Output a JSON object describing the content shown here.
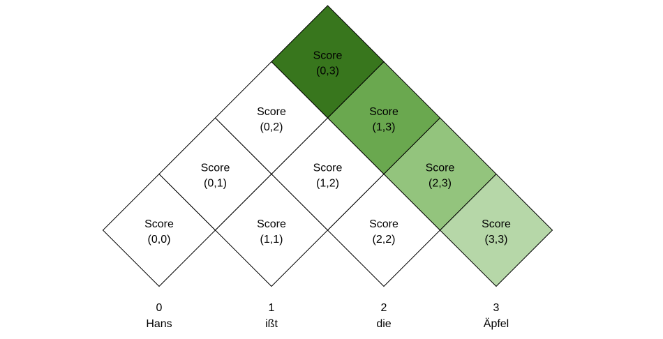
{
  "diagram": {
    "cells": [
      {
        "i": 0,
        "j": 0,
        "label": "Score",
        "coord": "(0,0)",
        "fill": "#ffffff"
      },
      {
        "i": 1,
        "j": 1,
        "label": "Score",
        "coord": "(1,1)",
        "fill": "#ffffff"
      },
      {
        "i": 2,
        "j": 2,
        "label": "Score",
        "coord": "(2,2)",
        "fill": "#ffffff"
      },
      {
        "i": 3,
        "j": 3,
        "label": "Score",
        "coord": "(3,3)",
        "fill": "#b6d7a8"
      },
      {
        "i": 0,
        "j": 1,
        "label": "Score",
        "coord": "(0,1)",
        "fill": "#ffffff"
      },
      {
        "i": 1,
        "j": 2,
        "label": "Score",
        "coord": "(1,2)",
        "fill": "#ffffff"
      },
      {
        "i": 2,
        "j": 3,
        "label": "Score",
        "coord": "(2,3)",
        "fill": "#93c47d"
      },
      {
        "i": 0,
        "j": 2,
        "label": "Score",
        "coord": "(0,2)",
        "fill": "#ffffff"
      },
      {
        "i": 1,
        "j": 3,
        "label": "Score",
        "coord": "(1,3)",
        "fill": "#6aa84f"
      },
      {
        "i": 0,
        "j": 3,
        "label": "Score",
        "coord": "(0,3)",
        "fill": "#38761d"
      }
    ],
    "words": [
      {
        "index": "0",
        "word": "Hans"
      },
      {
        "index": "1",
        "word": "ißt"
      },
      {
        "index": "2",
        "word": "die"
      },
      {
        "index": "3",
        "word": "Äpfel"
      }
    ]
  }
}
